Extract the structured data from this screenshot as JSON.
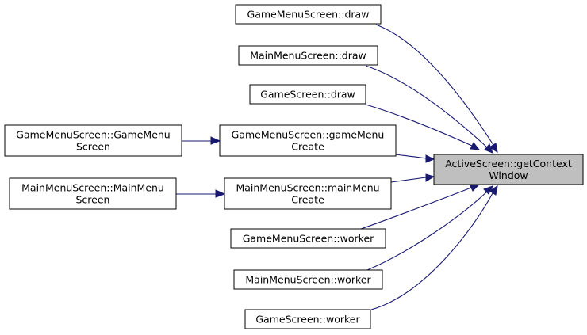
{
  "diagram": {
    "colors": {
      "edge": "#191970",
      "node_border": "#000000",
      "target_fill": "#bfbfbf",
      "node_fill": "#ffffff"
    },
    "target": {
      "id": "active",
      "lines": [
        "ActiveScreen::getContext",
        "Window"
      ]
    },
    "nodes": [
      {
        "id": "gm_draw",
        "lines": [
          "GameMenuScreen::draw"
        ]
      },
      {
        "id": "mm_draw",
        "lines": [
          "MainMenuScreen::draw"
        ]
      },
      {
        "id": "gs_draw",
        "lines": [
          "GameScreen::draw"
        ]
      },
      {
        "id": "gm_create",
        "lines": [
          "GameMenuScreen::gameMenu",
          "Create"
        ]
      },
      {
        "id": "mm_create",
        "lines": [
          "MainMenuScreen::mainMenu",
          "Create"
        ]
      },
      {
        "id": "gm_worker",
        "lines": [
          "GameMenuScreen::worker"
        ]
      },
      {
        "id": "mm_worker",
        "lines": [
          "MainMenuScreen::worker"
        ]
      },
      {
        "id": "gs_worker",
        "lines": [
          "GameScreen::worker"
        ]
      },
      {
        "id": "gm_ctor",
        "lines": [
          "GameMenuScreen::GameMenu",
          "Screen"
        ]
      },
      {
        "id": "mm_ctor",
        "lines": [
          "MainMenuScreen::MainMenu",
          "Screen"
        ]
      }
    ],
    "edges": [
      {
        "from": "gm_draw",
        "to": "active"
      },
      {
        "from": "mm_draw",
        "to": "active"
      },
      {
        "from": "gs_draw",
        "to": "active"
      },
      {
        "from": "gm_create",
        "to": "active"
      },
      {
        "from": "mm_create",
        "to": "active"
      },
      {
        "from": "gm_worker",
        "to": "active"
      },
      {
        "from": "mm_worker",
        "to": "active"
      },
      {
        "from": "gs_worker",
        "to": "active"
      },
      {
        "from": "gm_ctor",
        "to": "gm_create"
      },
      {
        "from": "mm_ctor",
        "to": "mm_create"
      }
    ]
  }
}
